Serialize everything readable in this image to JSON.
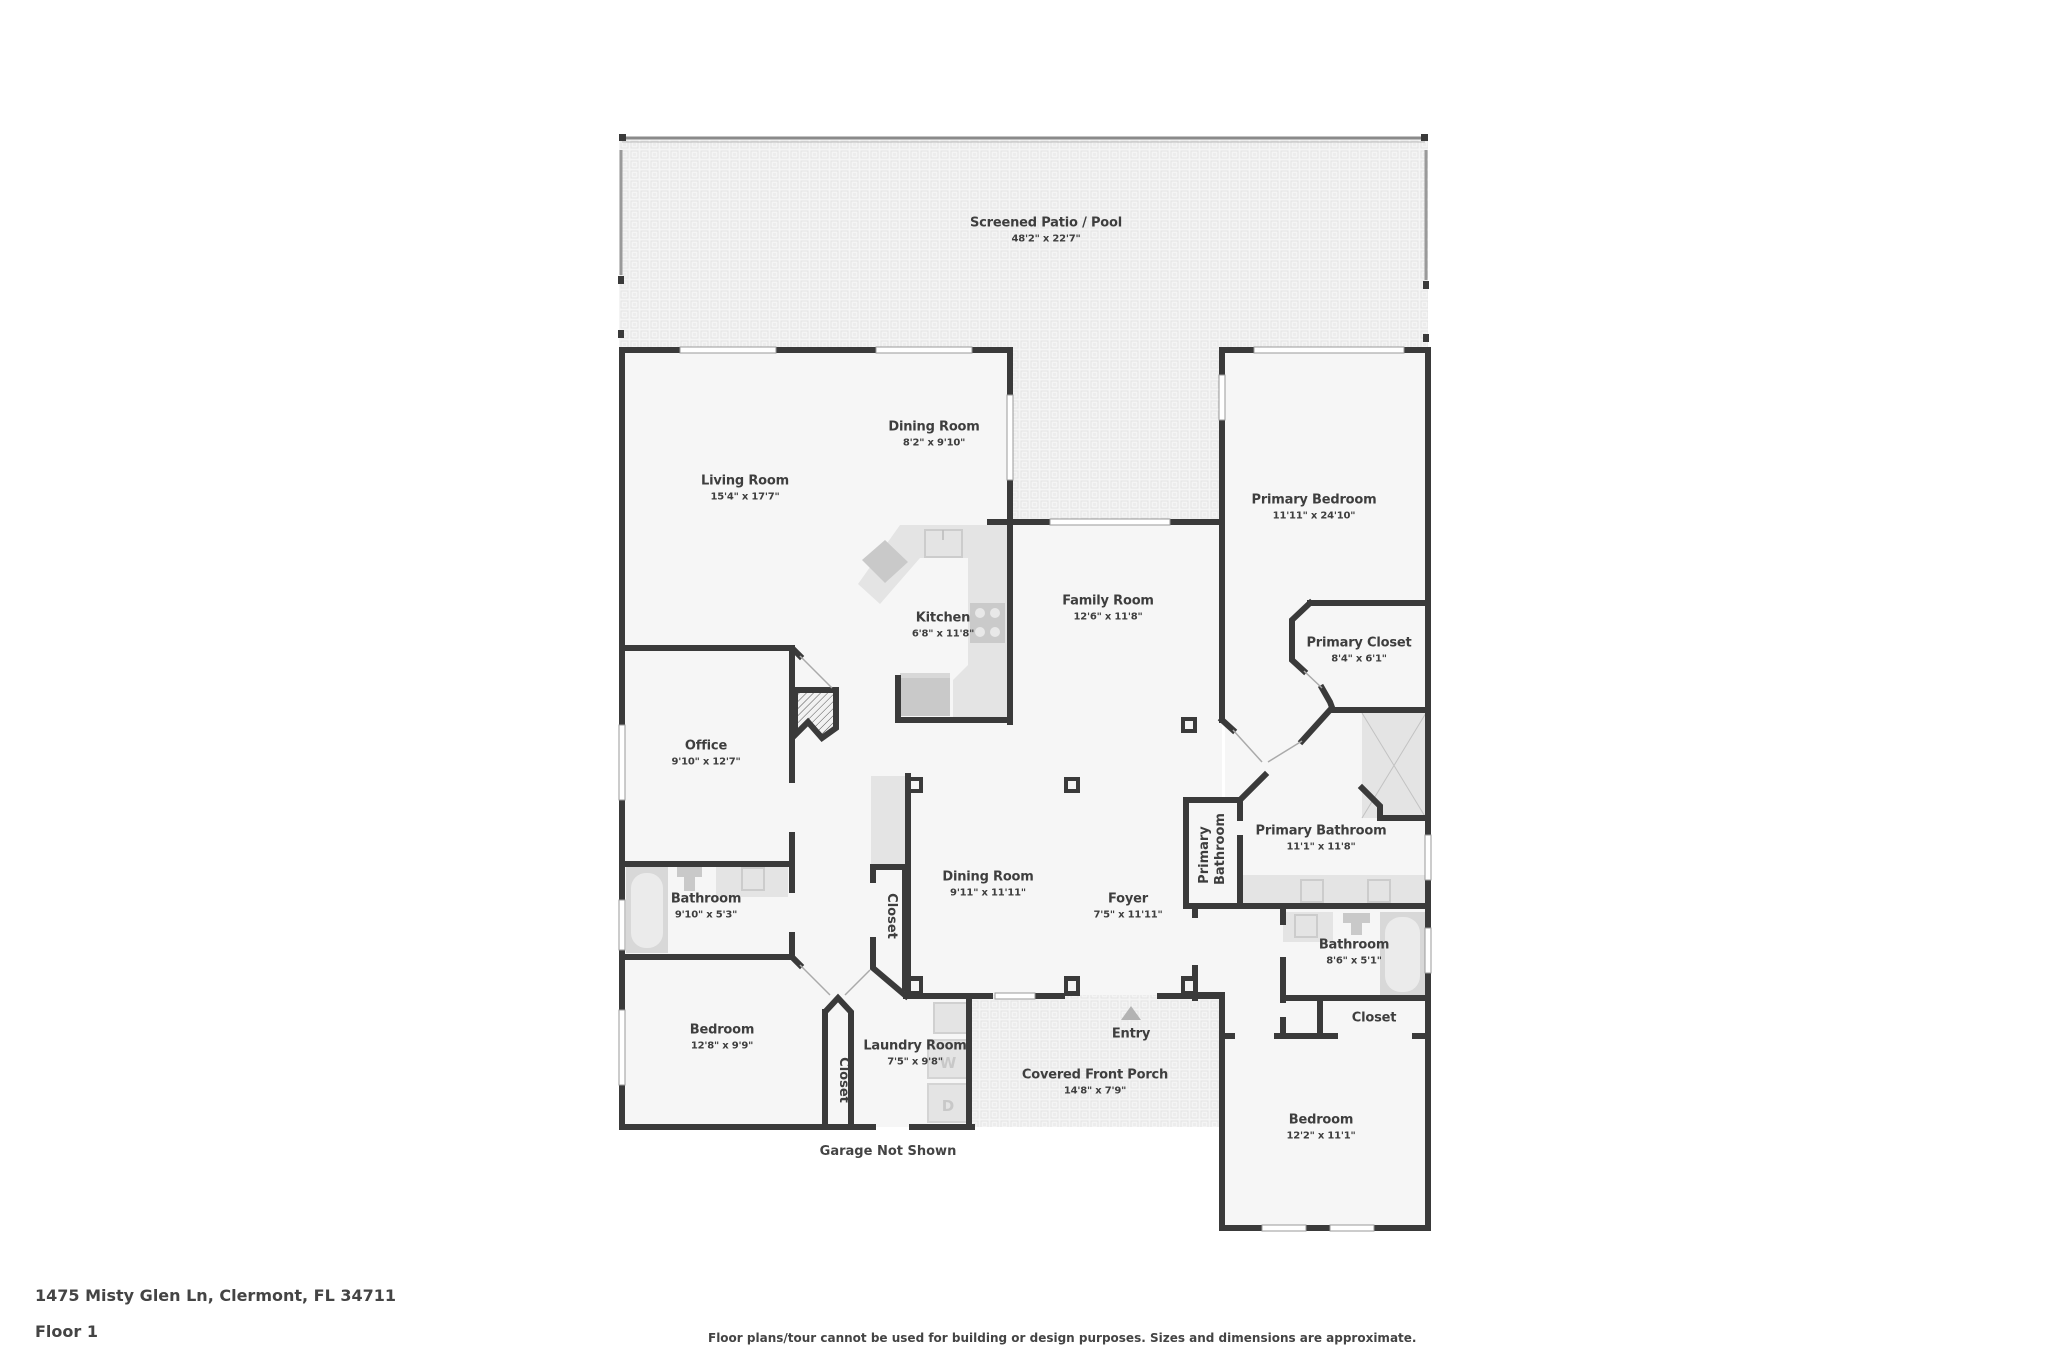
{
  "floorplan": {
    "address": "1475 Misty Glen Ln, Clermont, FL 34711",
    "floor": "Floor 1",
    "disclaimer": "Floor plans/tour cannot be used for building or design purposes. Sizes and dimensions are approximate.",
    "garage_note": "Garage Not Shown",
    "colors": {
      "wall": "#3a3a3a",
      "room_fill": "#f6f6f6",
      "outdoor_fill": "#f2f2f2",
      "tile_line": "#e2e2e2",
      "fixture_light": "#e4e4e4",
      "fixture_dark": "#c8c8c8",
      "window": "#ffffff"
    },
    "rooms": [
      {
        "id": "screened-patio",
        "name": "Screened Patio / Pool",
        "dims": "48'2\" x 22'7\""
      },
      {
        "id": "living-room",
        "name": "Living Room",
        "dims": "15'4\" x 17'7\""
      },
      {
        "id": "dining-room-upper",
        "name": "Dining Room",
        "dims": "8'2\" x 9'10\""
      },
      {
        "id": "kitchen",
        "name": "Kitchen",
        "dims": "6'8\" x 11'8\""
      },
      {
        "id": "family-room",
        "name": "Family Room",
        "dims": "12'6\" x 11'8\""
      },
      {
        "id": "primary-bedroom",
        "name": "Primary Bedroom",
        "dims": "11'11\" x 24'10\""
      },
      {
        "id": "primary-closet",
        "name": "Primary Closet",
        "dims": "8'4\" x 6'1\""
      },
      {
        "id": "primary-bathroom",
        "name": "Primary Bathroom",
        "dims": "11'1\" x 11'8\""
      },
      {
        "id": "primary-bathroom-wc",
        "name": "Primary Bathroom",
        "dims": ""
      },
      {
        "id": "office",
        "name": "Office",
        "dims": "9'10\" x 12'7\""
      },
      {
        "id": "bathroom-left",
        "name": "Bathroom",
        "dims": "9'10\" x 5'3\""
      },
      {
        "id": "dining-room-lower",
        "name": "Dining Room",
        "dims": "9'11\" x 11'11\""
      },
      {
        "id": "foyer",
        "name": "Foyer",
        "dims": "7'5\" x 11'11\""
      },
      {
        "id": "closet-hall",
        "name": "Closet",
        "dims": ""
      },
      {
        "id": "bathroom-right",
        "name": "Bathroom",
        "dims": "8'6\" x 5'1\""
      },
      {
        "id": "closet-right",
        "name": "Closet",
        "dims": ""
      },
      {
        "id": "bedroom-left",
        "name": "Bedroom",
        "dims": "12'8\" x 9'9\""
      },
      {
        "id": "closet-bedroom-left",
        "name": "Closet",
        "dims": ""
      },
      {
        "id": "laundry-room",
        "name": "Laundry Room",
        "dims": "7'5\" x 9'8\""
      },
      {
        "id": "entry",
        "name": "Entry",
        "dims": ""
      },
      {
        "id": "covered-front-porch",
        "name": "Covered Front Porch",
        "dims": "14'8\" x 7'9\""
      },
      {
        "id": "bedroom-right",
        "name": "Bedroom",
        "dims": "12'2\" x 11'1\""
      }
    ],
    "appliance_labels": {
      "washer": "W",
      "dryer": "D"
    }
  }
}
